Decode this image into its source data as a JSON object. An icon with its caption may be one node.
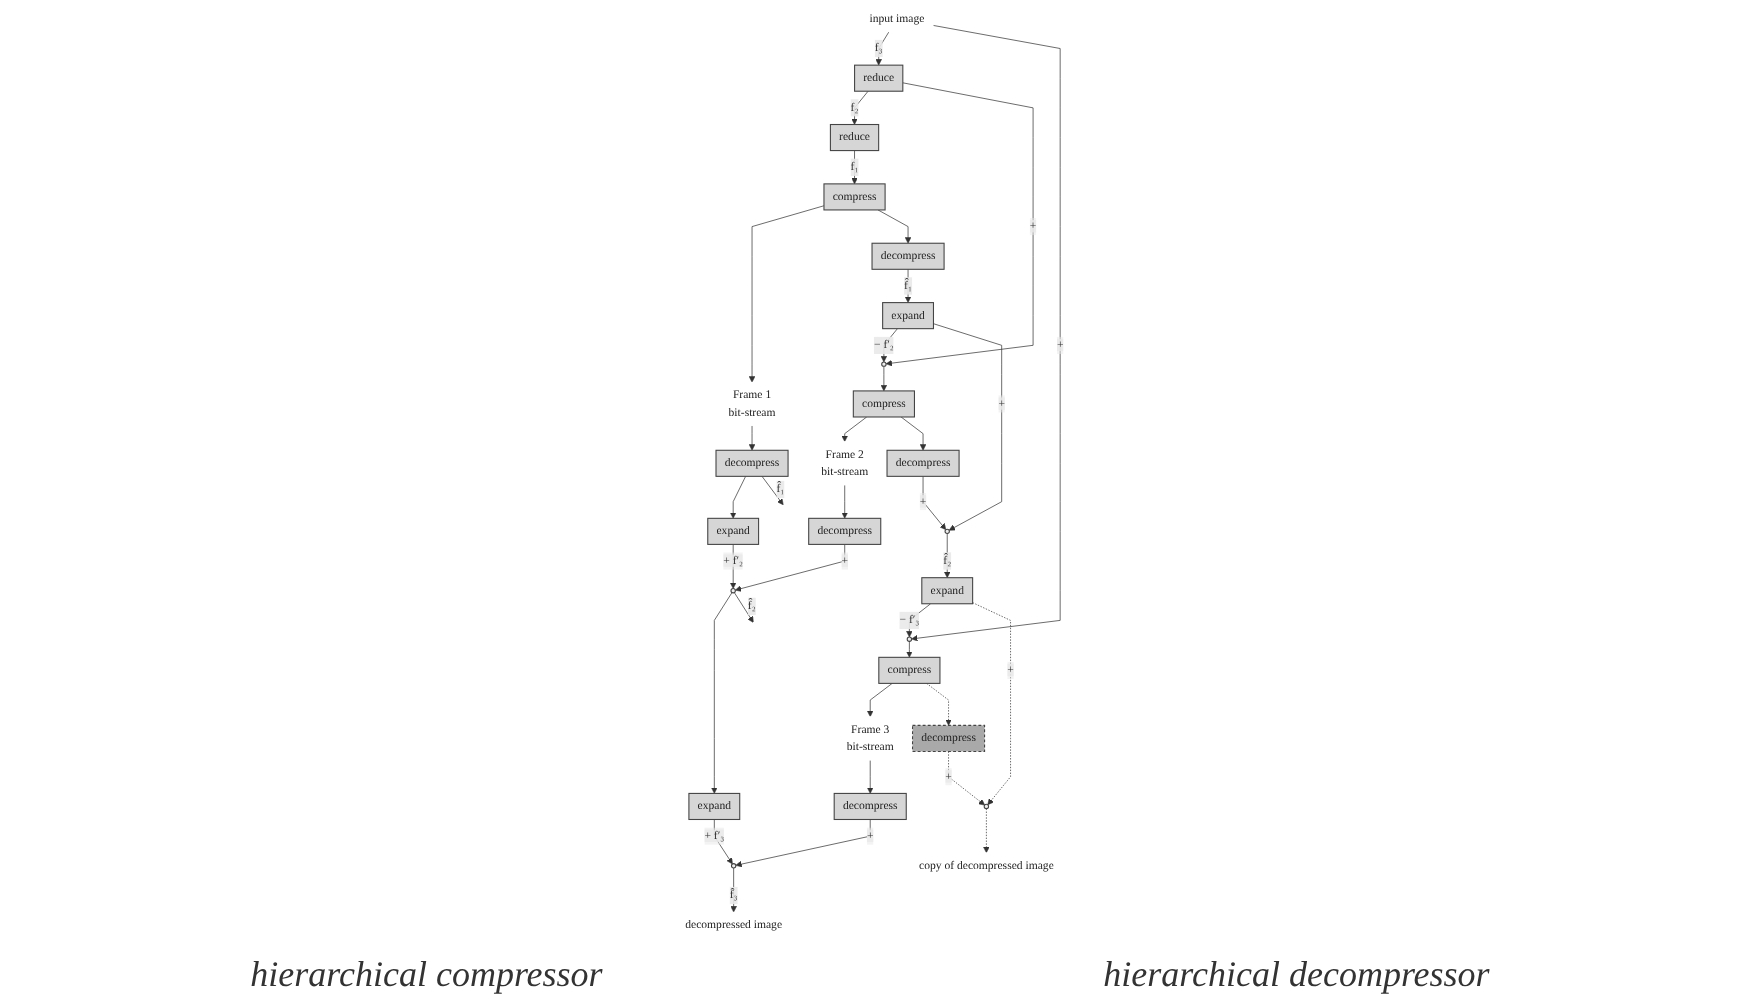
{
  "diagram": {
    "nodes": [
      {
        "text": [
          "input image"
        ]
      },
      {
        "text": [
          "copy of decompressed image"
        ]
      },
      {
        "text": [
          "decompressed image"
        ]
      },
      {
        "text": [
          "compress"
        ]
      },
      {
        "text": [
          "decompress"
        ]
      },
      {
        "text": [
          "Frame 3",
          "bit-stream"
        ]
      },
      {
        "text": [
          "decompress"
        ]
      },
      {
        "text": [],
        "shape": "circle"
      },
      {
        "text": [],
        "shape": "circle"
      },
      {
        "text": [],
        "shape": "circle"
      },
      {
        "text": [
          "reduce"
        ]
      },
      {
        "text": [
          "expand"
        ]
      },
      {
        "text": [
          "expand"
        ]
      },
      {
        "text": [
          "compress"
        ]
      },
      {
        "text": [
          "decompress"
        ]
      },
      {
        "text": [
          "Frame 2",
          "bit-stream"
        ]
      },
      {
        "text": [
          "decompress"
        ]
      },
      {
        "text": [],
        "shape": "circle"
      },
      {
        "text": [],
        "shape": "circle"
      },
      {
        "text": [],
        "shape": "circle"
      },
      {
        "text": [
          "reduce"
        ]
      },
      {
        "text": [
          "expand"
        ]
      },
      {
        "text": [
          "expand"
        ]
      },
      {
        "text": [
          "compress"
        ]
      },
      {
        "text": [
          "decompress"
        ]
      },
      {
        "text": [
          "decompress"
        ]
      },
      {
        "text": [
          "Frame 1",
          "bit-stream"
        ]
      }
    ],
    "edges": [
      {
        "from": 0,
        "to": 10,
        "arrow": "to",
        "label": "f₃"
      },
      {
        "from": 0,
        "to": 7,
        "arrow": "to",
        "label": "+"
      },
      {
        "from": 11,
        "to": 7,
        "arrow": "to",
        "label": "− f′₃"
      },
      {
        "from": 7,
        "to": 3,
        "arrow": "to"
      },
      {
        "from": 3,
        "to": 5,
        "arrow": "to"
      },
      {
        "from": 3,
        "to": 4,
        "arrow": "to",
        "style": "dashed"
      },
      {
        "from": 4,
        "to": 8,
        "arrow": "to",
        "label": "+",
        "style": "dashed"
      },
      {
        "from": 11,
        "to": 8,
        "arrow": "to",
        "label": "+",
        "style": "dashed"
      },
      {
        "from": 8,
        "to": 1,
        "arrow": "to",
        "style": "dashed"
      },
      {
        "from": 18,
        "to": 11,
        "arrow": "to",
        "label": "f̂₂"
      },
      {
        "from": 10,
        "to": 20,
        "arrow": "to",
        "label": "f₂"
      },
      {
        "from": 10,
        "to": 17,
        "arrow": "to",
        "label": "+"
      },
      {
        "from": 21,
        "to": 17,
        "arrow": "to",
        "label": "− f′₂"
      },
      {
        "from": 17,
        "to": 13,
        "arrow": "to"
      },
      {
        "from": 13,
        "to": 15,
        "arrow": "to"
      },
      {
        "from": 13,
        "to": 14,
        "arrow": "to"
      },
      {
        "from": 14,
        "to": 18,
        "arrow": "to",
        "label": "+"
      },
      {
        "from": 21,
        "to": 18,
        "arrow": "to",
        "label": "+"
      },
      {
        "from": 20,
        "to": 23,
        "arrow": "to",
        "label": "f₁"
      },
      {
        "from": 23,
        "to": 26,
        "arrow": "to"
      },
      {
        "from": 23,
        "to": 24,
        "arrow": "to"
      },
      {
        "from": 24,
        "to": 21,
        "arrow": "to",
        "label": "f̂₁"
      },
      {
        "from": 5,
        "to": 6,
        "arrow": "to"
      },
      {
        "from": 6,
        "to": 9,
        "arrow": "to",
        "label": "+"
      },
      {
        "from": 12,
        "to": 9,
        "arrow": "to",
        "label": "+ f′₃"
      },
      {
        "from": 9,
        "to": 2,
        "arrow": "to",
        "label": "f̂₃"
      },
      {
        "from": 15,
        "to": 16,
        "arrow": "to"
      },
      {
        "from": 16,
        "to": 19,
        "arrow": "to",
        "label": "+"
      },
      {
        "from": 22,
        "to": 19,
        "arrow": "to",
        "label": "+ f′₂"
      },
      {
        "from": 19,
        "to": 12,
        "arrow": "to"
      },
      {
        "from": 19,
        "to": null,
        "arrow": "to",
        "label": "f̂₂"
      },
      {
        "from": 26,
        "to": 25,
        "arrow": "to"
      },
      {
        "from": 25,
        "to": 22,
        "arrow": "to"
      },
      {
        "from": 25,
        "to": null,
        "arrow": "to",
        "label": "f̂₁"
      }
    ],
    "labels": [
      "hierarchical compressor",
      "hierarchical decompressor"
    ]
  }
}
